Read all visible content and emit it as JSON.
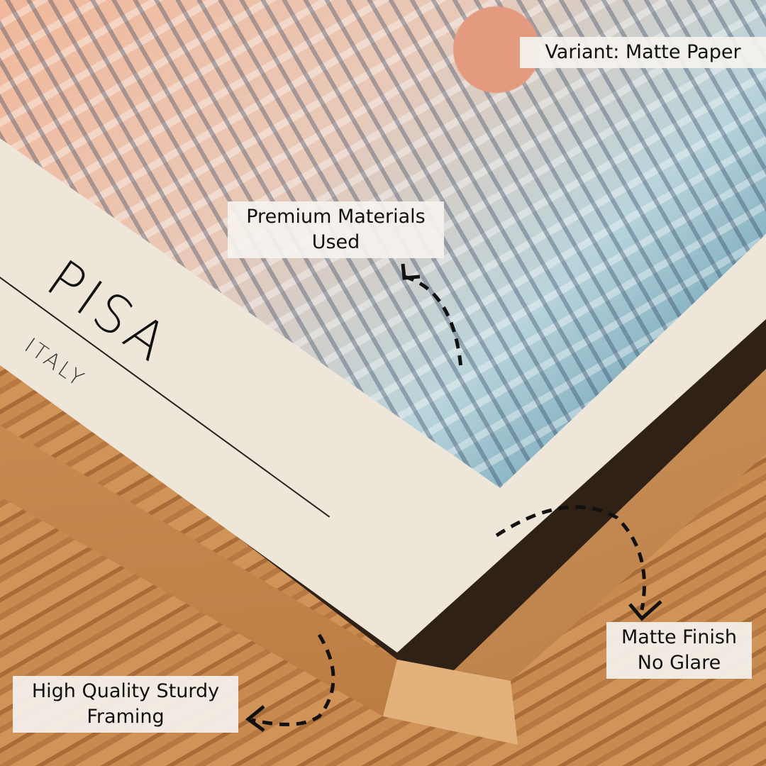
{
  "poster": {
    "title": "PISA",
    "subtitle": "ITALY"
  },
  "callouts": {
    "variant": "Variant: Matte Paper",
    "materials": "Premium Materials Used",
    "finish": "Matte Finish No Glare",
    "framing": "High Quality Sturdy Framing"
  }
}
